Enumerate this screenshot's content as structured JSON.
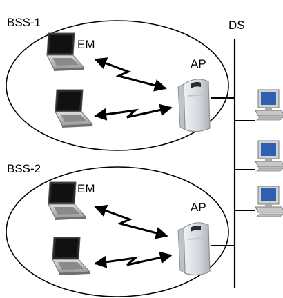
{
  "labels": {
    "bss1": "BSS-1",
    "bss2": "BSS-2",
    "ds": "DS",
    "em_top": "EM",
    "em_bottom": "EM",
    "ap_top": "AP",
    "ap_bottom": "AP"
  },
  "colors": {
    "line": "#000000",
    "laptop_body": "#b8b8b8",
    "laptop_screen": "#1a1a1a",
    "ap_body": "#d4d6dc",
    "pc_case": "#c8c8c8",
    "pc_screen": "#2f5fb0"
  },
  "icons": [
    "laptop-icon",
    "access-point-icon",
    "desktop-computer-icon",
    "wireless-link-icon"
  ]
}
